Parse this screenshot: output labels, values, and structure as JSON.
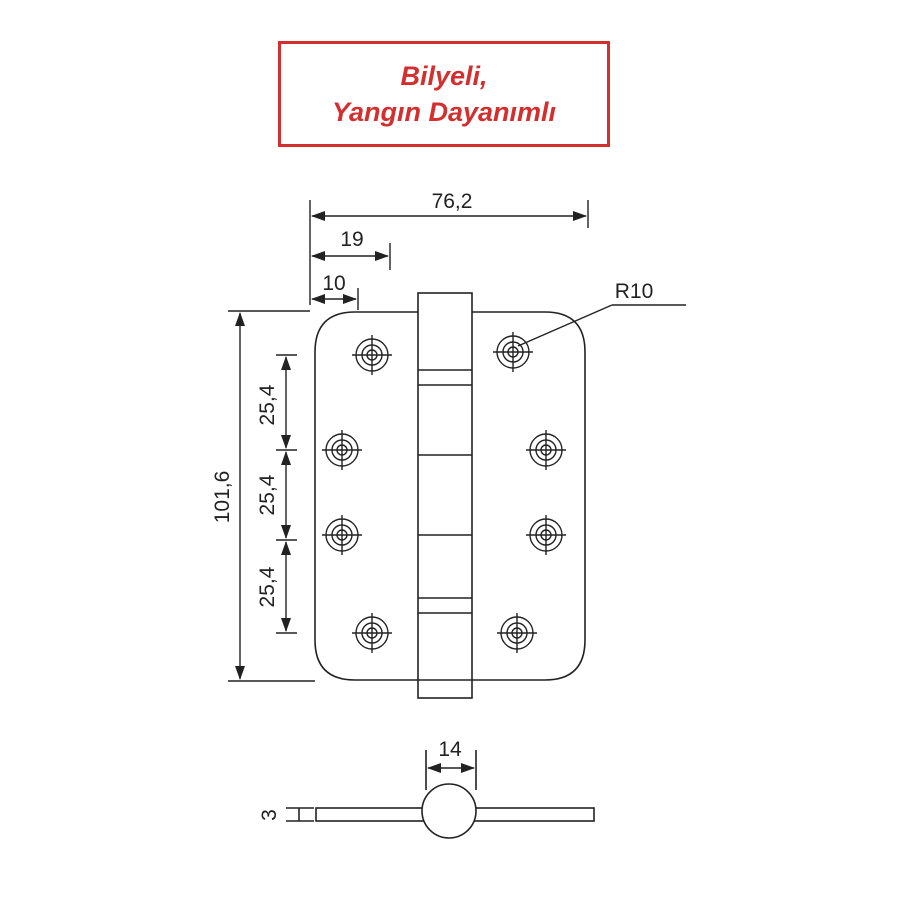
{
  "title": {
    "line1": "Bilyeli,",
    "line2": "Yangın Dayanımlı"
  },
  "dimensions": {
    "width_total": "76,2",
    "width_19": "19",
    "width_10": "10",
    "radius": "R10",
    "height_total": "101,6",
    "hole_spacing_1": "25,4",
    "hole_spacing_2": "25,4",
    "hole_spacing_3": "25,4",
    "knuckle_diameter": "14",
    "thickness": "3"
  },
  "colors": {
    "accent": "#d32f2f",
    "line": "#222222"
  }
}
